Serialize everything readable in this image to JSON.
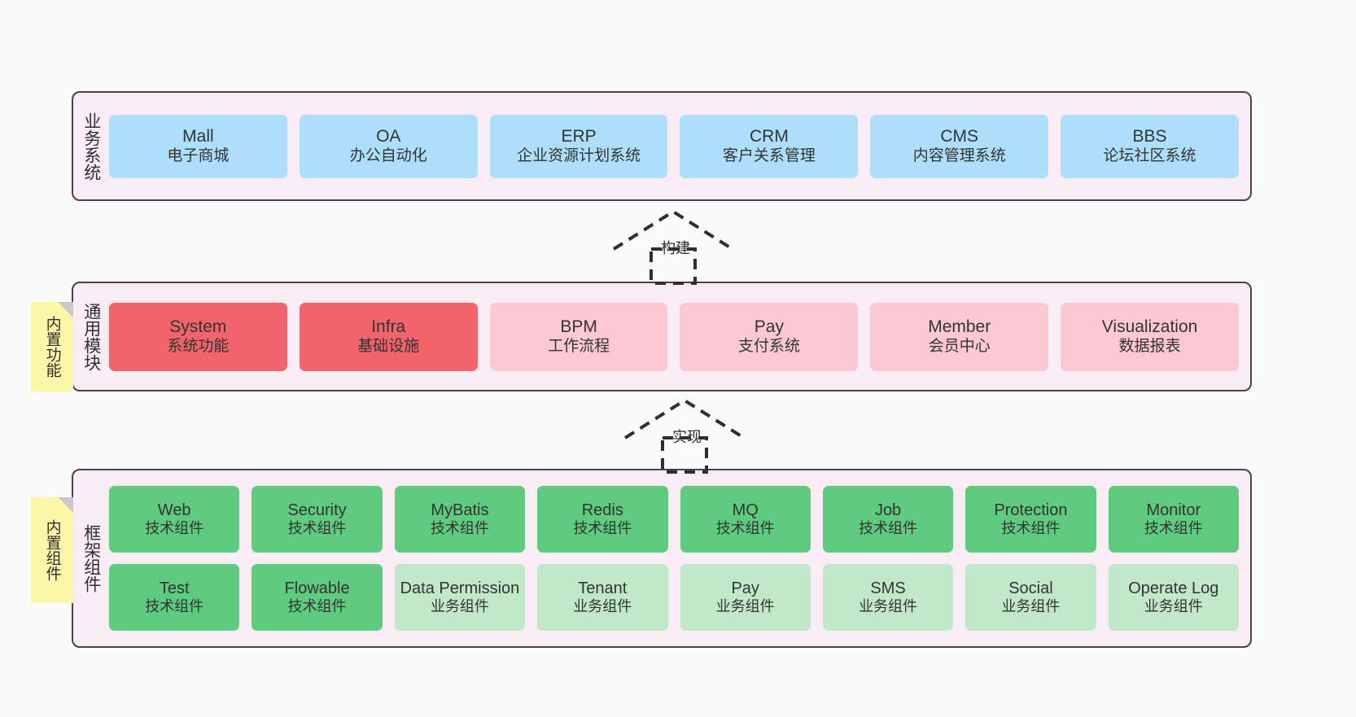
{
  "diagram": {
    "title": "",
    "background": "#fafafa",
    "colors": {
      "layer_bg": "#f9ecf4",
      "layer_border": "#4d404a",
      "business_box": "#addffb",
      "core_module_box": "#f1646c",
      "extra_module_box": "#fcc9d3",
      "tech_component_box": "#5ecb7f",
      "biz_component_box": "#c2e8ca",
      "note_bg": "#fcf7a8",
      "note_fold": "#c9c9c9"
    }
  },
  "layers": [
    {
      "id": "business-systems",
      "label": "业务系统",
      "rows": [
        {
          "items": [
            {
              "en": "Mall",
              "cn": "电子商城",
              "style": "blue"
            },
            {
              "en": "OA",
              "cn": "办公自动化",
              "style": "blue"
            },
            {
              "en": "ERP",
              "cn": "企业资源计划系统",
              "style": "blue"
            },
            {
              "en": "CRM",
              "cn": "客户关系管理",
              "style": "blue"
            },
            {
              "en": "CMS",
              "cn": "内容管理系统",
              "style": "blue"
            },
            {
              "en": "BBS",
              "cn": "论坛社区系统",
              "style": "blue"
            }
          ]
        }
      ]
    },
    {
      "id": "common-modules",
      "label": "通用模块",
      "note": {
        "label": "内置功能"
      },
      "rows": [
        {
          "items": [
            {
              "en": "System",
              "cn": "系统功能",
              "style": "red"
            },
            {
              "en": "Infra",
              "cn": "基础设施",
              "style": "red"
            },
            {
              "en": "BPM",
              "cn": "工作流程",
              "style": "pink"
            },
            {
              "en": "Pay",
              "cn": "支付系统",
              "style": "pink"
            },
            {
              "en": "Member",
              "cn": "会员中心",
              "style": "pink"
            },
            {
              "en": "Visualization",
              "cn": "数据报表",
              "style": "pink"
            }
          ]
        }
      ]
    },
    {
      "id": "framework-components",
      "label": "框架组件",
      "note": {
        "label": "内置组件"
      },
      "rows": [
        {
          "items": [
            {
              "en": "Web",
              "cn": "技术组件",
              "style": "green"
            },
            {
              "en": "Security",
              "cn": "技术组件",
              "style": "green"
            },
            {
              "en": "MyBatis",
              "cn": "技术组件",
              "style": "green"
            },
            {
              "en": "Redis",
              "cn": "技术组件",
              "style": "green"
            },
            {
              "en": "MQ",
              "cn": "技术组件",
              "style": "green"
            },
            {
              "en": "Job",
              "cn": "技术组件",
              "style": "green"
            },
            {
              "en": "Protection",
              "cn": "技术组件",
              "style": "green"
            },
            {
              "en": "Monitor",
              "cn": "技术组件",
              "style": "green"
            }
          ]
        },
        {
          "items": [
            {
              "en": "Test",
              "cn": "技术组件",
              "style": "green"
            },
            {
              "en": "Flowable",
              "cn": "技术组件",
              "style": "green"
            },
            {
              "en": "Data Permission",
              "cn": "业务组件",
              "style": "lgreen"
            },
            {
              "en": "Tenant",
              "cn": "业务组件",
              "style": "lgreen"
            },
            {
              "en": "Pay",
              "cn": "业务组件",
              "style": "lgreen"
            },
            {
              "en": "SMS",
              "cn": "业务组件",
              "style": "lgreen"
            },
            {
              "en": "Social",
              "cn": "业务组件",
              "style": "lgreen"
            },
            {
              "en": "Operate Log",
              "cn": "业务组件",
              "style": "lgreen"
            }
          ]
        }
      ]
    }
  ],
  "connectors": [
    {
      "id": "build",
      "label": "构建",
      "from": "common-modules",
      "to": "business-systems",
      "style": "dashed-generalization"
    },
    {
      "id": "implement",
      "label": "实现",
      "from": "framework-components",
      "to": "common-modules",
      "style": "dashed-generalization"
    }
  ]
}
